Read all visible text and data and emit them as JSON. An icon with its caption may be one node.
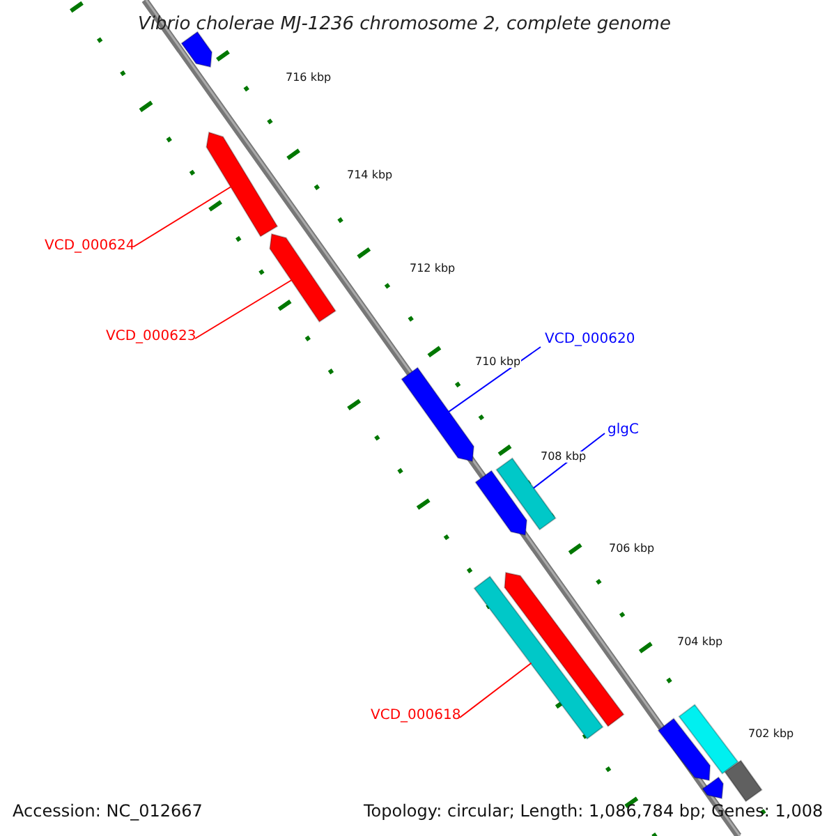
{
  "diagram": {
    "title": "Vibrio cholerae MJ-1236 chromosome 2, complete genome",
    "nodes": [
      {
        "text": [
          "VCD_000624"
        ]
      },
      {
        "text": [],
        "shape": "bar"
      },
      {
        "text": [
          "VCD_000623"
        ]
      },
      {
        "text": [],
        "shape": "bar"
      },
      {
        "text": [
          "VCD_000620"
        ]
      },
      {
        "text": [],
        "shape": "bar"
      },
      {
        "text": [
          "glgC"
        ]
      },
      {
        "text": [],
        "shape": "bar"
      },
      {
        "text": [
          "VCD_000618"
        ]
      },
      {
        "text": [],
        "shape": "bar"
      },
      {
        "text": [],
        "shape": "bar"
      },
      {
        "text": [],
        "shape": "bar"
      },
      {
        "text": [],
        "shape": "bar"
      },
      {
        "text": [],
        "shape": "bar"
      },
      {
        "text": [],
        "shape": "bar"
      },
      {
        "text": [],
        "shape": "bar"
      },
      {
        "text": [],
        "shape": "bar"
      }
    ],
    "edges": [
      {
        "from": 0,
        "to": 1,
        "arrow": "none"
      },
      {
        "from": 2,
        "to": 3,
        "arrow": "none"
      },
      {
        "from": 4,
        "to": 5,
        "arrow": "none",
        "color": "#0000ff"
      },
      {
        "from": 6,
        "to": 7,
        "arrow": "none",
        "color": "#0000ff"
      },
      {
        "from": 8,
        "to": 9,
        "arrow": "none"
      }
    ],
    "labels": [
      "716 kbp",
      "714 kbp",
      "712 kbp",
      "710 kbp",
      "708 kbp",
      "706 kbp",
      "704 kbp",
      "702 kbp",
      "Accession: NC_012667",
      "Topology: circular; Length: 1,086,784 bp; Genes: 1,008"
    ]
  }
}
